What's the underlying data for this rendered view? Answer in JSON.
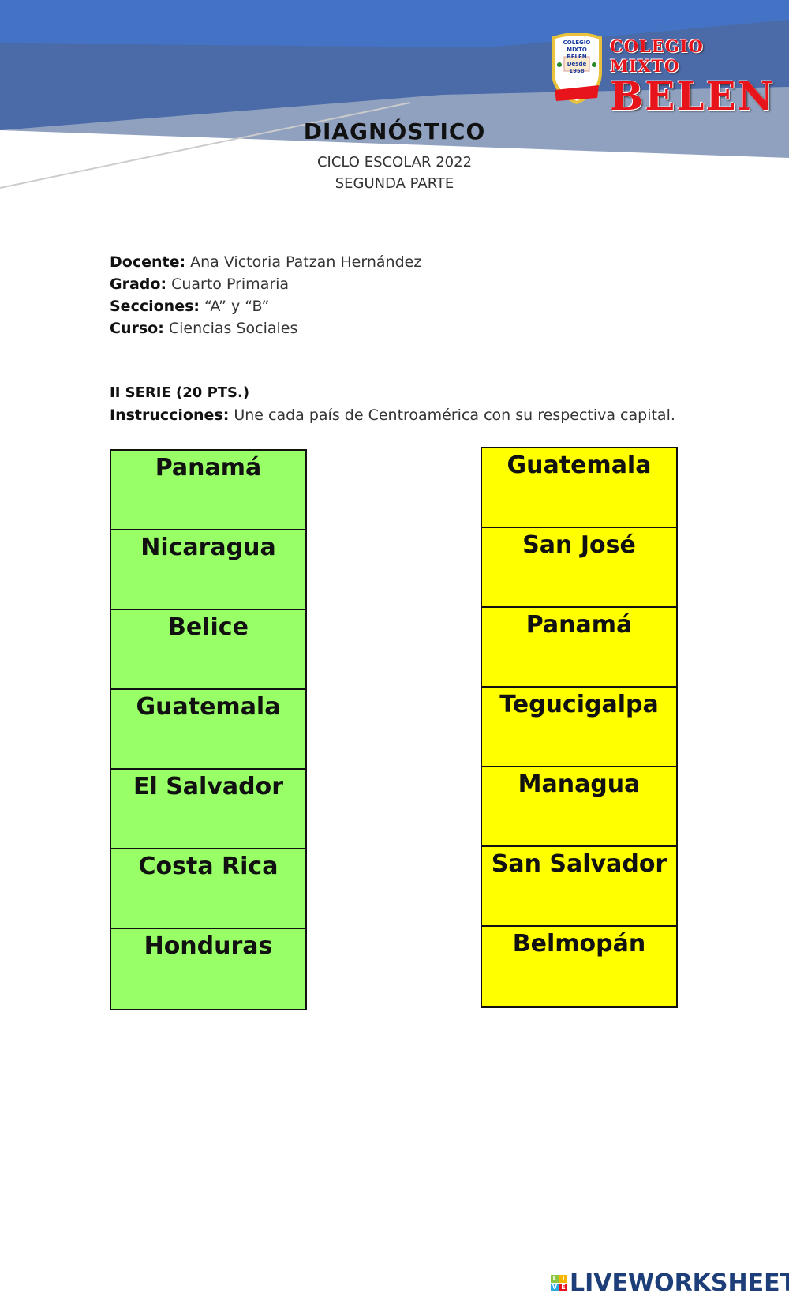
{
  "header": {
    "school_name_line1": "COLEGIO MIXTO",
    "school_name_line2": "BELEN",
    "crest_text": "COLEGIO MIXTO BELEN Desde 1958",
    "title": "DIAGNÓSTICO",
    "subtitle1": "CICLO ESCOLAR 2022",
    "subtitle2": "SEGUNDA PARTE"
  },
  "info": {
    "docente_label": "Docente:",
    "docente": "Ana Victoria Patzan Hernández",
    "grado_label": "Grado:",
    "grado": "Cuarto Primaria",
    "secciones_label": "Secciones:",
    "secciones": "“A” y “B”",
    "curso_label": "Curso:",
    "curso": "Ciencias Sociales"
  },
  "serie": {
    "title": "II SERIE (20 PTS.)",
    "instr_label": "Instrucciones:",
    "instr": "Une cada país de Centroamérica con su respectiva capital."
  },
  "countries": [
    "Panamá",
    "Nicaragua",
    "Belice",
    "Guatemala",
    "El Salvador",
    "Costa Rica",
    "Honduras"
  ],
  "capitals": [
    "Guatemala",
    "San José",
    "Panamá",
    "Tegucigalpa",
    "Managua",
    "San Salvador",
    "Belmopán"
  ],
  "colors": {
    "countries_bg": "#99ff66",
    "capitals_bg": "#ffff00",
    "banner_blue": "#4472c4",
    "banner_gray": "#8fa1bf"
  },
  "footer": {
    "brand": "LIVEWORKSHEETS",
    "icon_letters": [
      "L",
      "I",
      "V",
      "E"
    ]
  }
}
